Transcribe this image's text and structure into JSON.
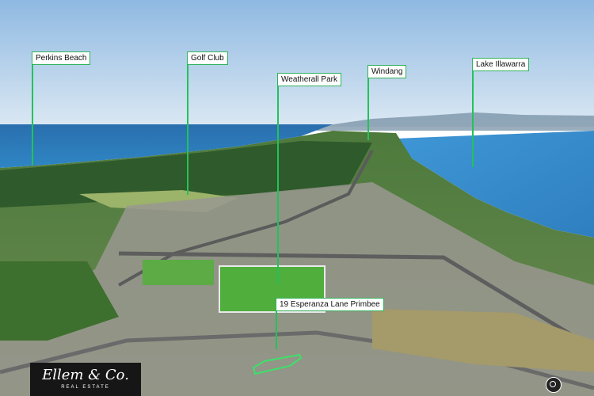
{
  "labels": {
    "perkins_beach": "Perkins Beach",
    "golf_club": "Golf Club",
    "weatherall_park": "Weatherall Park",
    "windang": "Windang",
    "lake_illawarra": "Lake Illawarra",
    "property": "19 Esperanza Lane Primbee"
  },
  "logo": {
    "brand": "Ellem & Co.",
    "tagline": "REAL ESTATE"
  },
  "colors": {
    "label_border": "#2fb35a",
    "pin_line": "#23c25a",
    "sky": "#bcd6ee",
    "ocean": "#2f7fbf",
    "lake": "#3a8fd0",
    "vegetation": "#3f6e35",
    "oval_grass": "#4fae3c"
  },
  "icons": {
    "camera": "camera-icon"
  }
}
